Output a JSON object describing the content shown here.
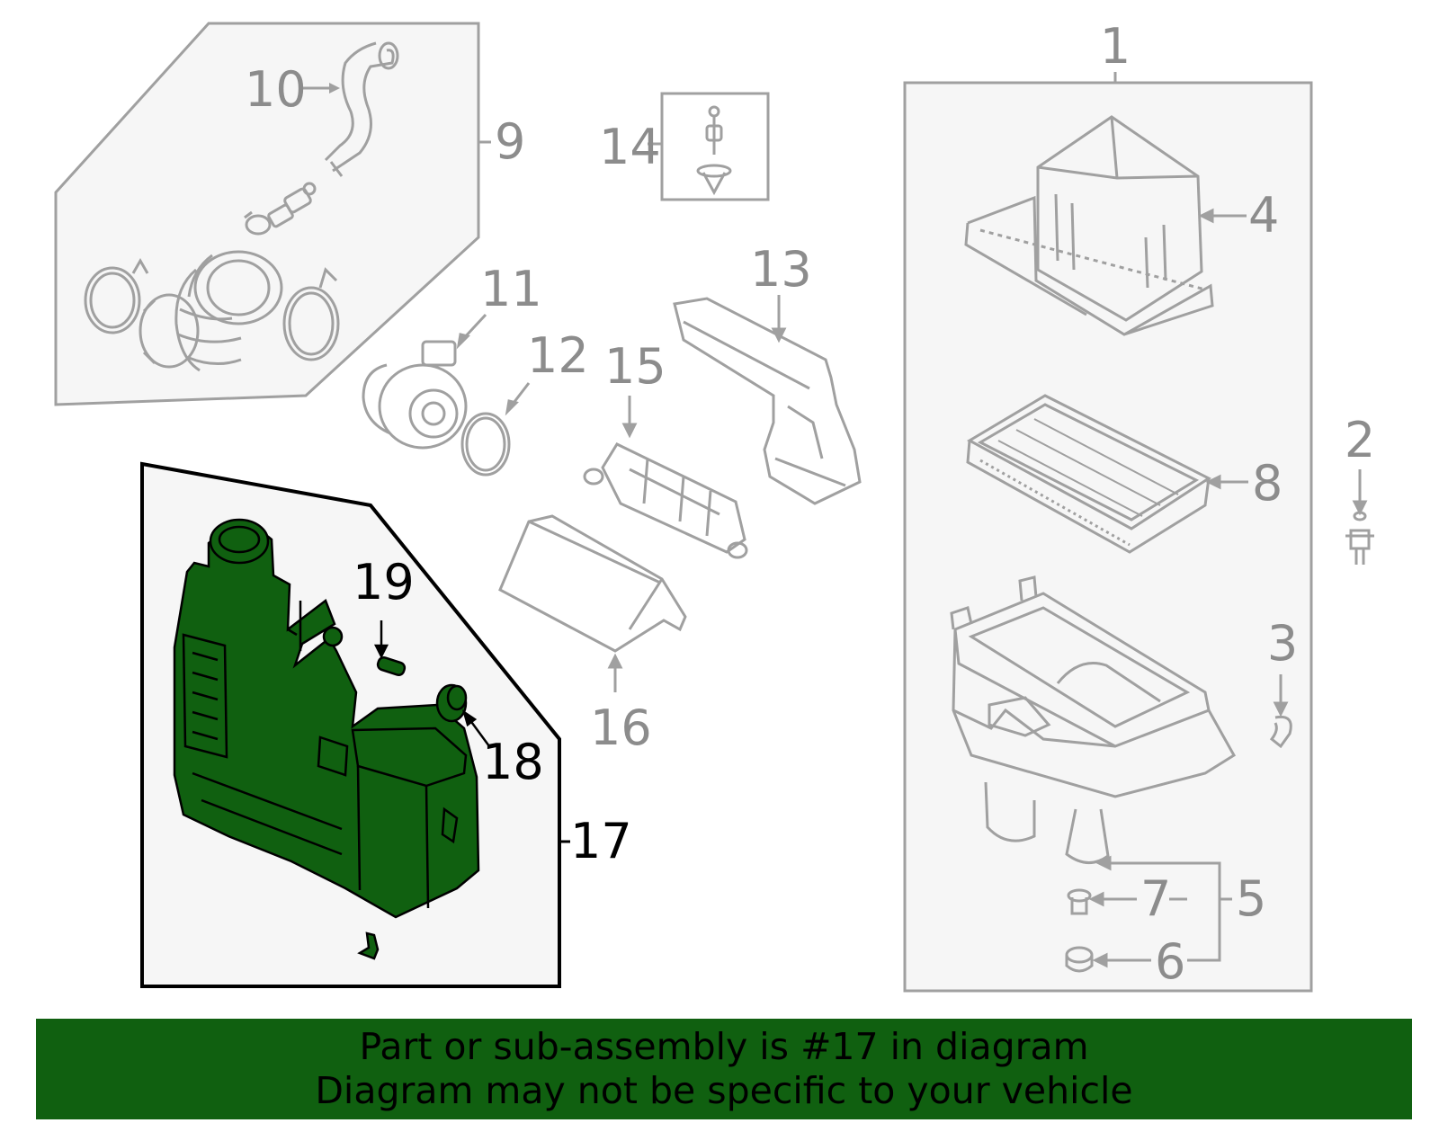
{
  "diagram": {
    "callouts": {
      "c1": "1",
      "c2": "2",
      "c3": "3",
      "c4": "4",
      "c5": "5",
      "c6": "6",
      "c7": "7",
      "c8": "8",
      "c9": "9",
      "c10": "10",
      "c11": "11",
      "c12": "12",
      "c13": "13",
      "c14": "14",
      "c15": "15",
      "c16": "16",
      "c17": "17",
      "c18": "18",
      "c19": "19"
    },
    "highlighted_part": "17",
    "colors": {
      "highlight_fill": "#106010",
      "part_line": "#a0a0a0",
      "panel_fill": "#f6f6f6",
      "selected_outline": "#000000"
    }
  },
  "banner": {
    "line1": "Part or sub-assembly is #17 in diagram",
    "line2": "Diagram may not be specific to your vehicle"
  }
}
